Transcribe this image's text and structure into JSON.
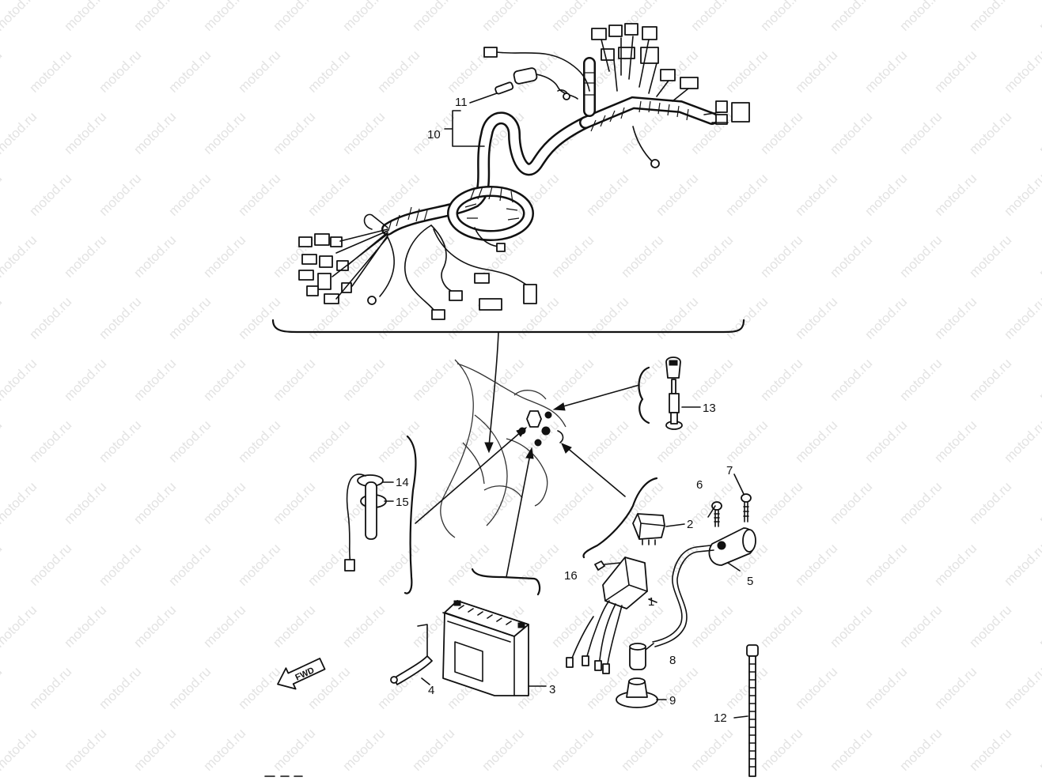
{
  "watermark": {
    "text": "motod.ru"
  },
  "colors": {
    "ink": "#111111",
    "watermark": "#e3e3e3",
    "background": "#ffffff"
  },
  "fwd_badge": {
    "text": "FWD"
  },
  "callouts": [
    {
      "id": "1",
      "text": "1"
    },
    {
      "id": "2",
      "text": "2"
    },
    {
      "id": "3",
      "text": "3"
    },
    {
      "id": "4",
      "text": "4"
    },
    {
      "id": "5",
      "text": "5"
    },
    {
      "id": "6",
      "text": "6"
    },
    {
      "id": "7",
      "text": "7"
    },
    {
      "id": "8",
      "text": "8"
    },
    {
      "id": "9",
      "text": "9"
    },
    {
      "id": "10",
      "text": "10"
    },
    {
      "id": "11",
      "text": "11"
    },
    {
      "id": "12",
      "text": "12"
    },
    {
      "id": "13",
      "text": "13"
    },
    {
      "id": "14",
      "text": "14"
    },
    {
      "id": "15",
      "text": "15"
    },
    {
      "id": "16",
      "text": "16"
    }
  ]
}
